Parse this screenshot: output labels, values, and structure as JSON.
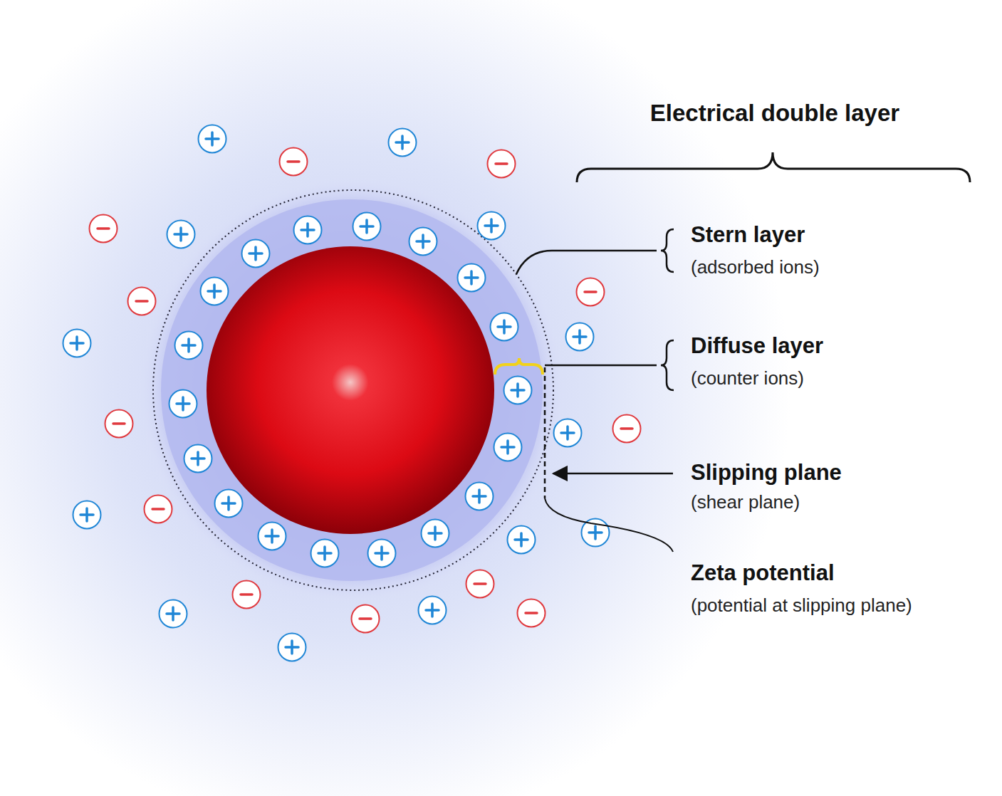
{
  "diagram": {
    "labels": [
      "Electrical double layer",
      "Stern layer",
      "(adsorbed ions)",
      "Diffuse layer",
      "(counter ions)",
      "Slipping plane",
      "(shear plane)",
      "Zeta potential",
      "(potential at slipping plane)"
    ]
  }
}
